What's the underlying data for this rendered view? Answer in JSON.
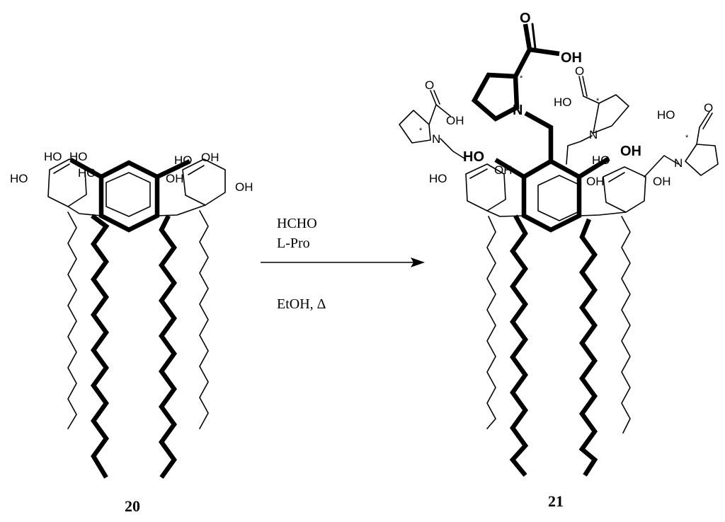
{
  "reaction": {
    "reagent_line1": "HCHO",
    "reagent_line2": "L-Pro",
    "conditions": "EtOH, Δ"
  },
  "compounds": {
    "reactant_label": "20",
    "product_label": "21"
  },
  "atom_labels": {
    "ho": "HO",
    "oh": "OH",
    "o": "O",
    "n": "N",
    "stereo": "*"
  }
}
